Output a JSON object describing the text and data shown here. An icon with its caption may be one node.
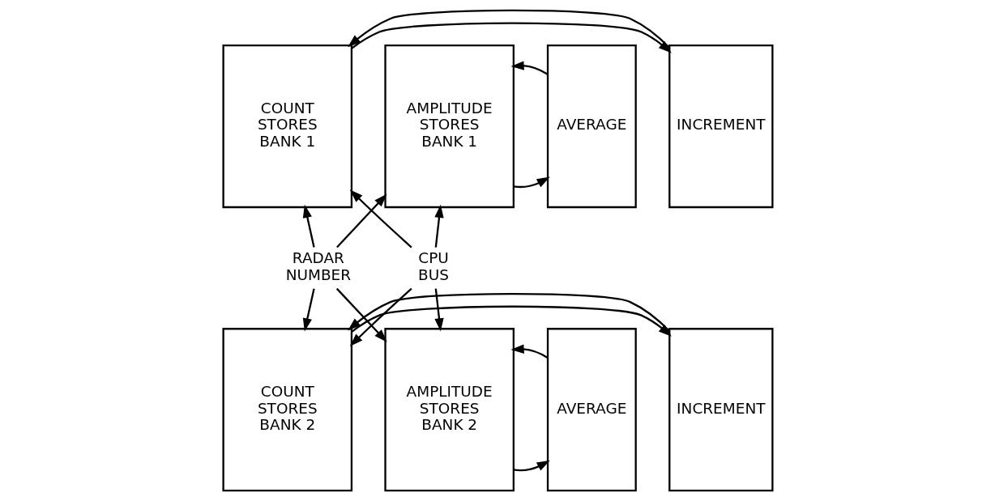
{
  "diagram": {
    "nodes": [
      {
        "text": [
          "AMPLITUDE STORES BANK 1"
        ]
      },
      {
        "text": [
          "AVERAGE"
        ]
      },
      {
        "text": [
          "COUNT STORES BANK 1"
        ]
      },
      {
        "text": [
          "INCREMENT"
        ]
      },
      {
        "text": [
          "AMPLITUDE STORES BANK 2"
        ]
      },
      {
        "text": [
          "AVERAGE"
        ]
      },
      {
        "text": [
          "COUNT STORES BANK 2"
        ]
      },
      {
        "text": [
          "INCREMENT"
        ]
      },
      {
        "text": [
          "RADAR NUMBER"
        ]
      },
      {
        "text": [
          "CPU BUS"
        ]
      }
    ],
    "edges": [
      {
        "from": 0,
        "to": 1,
        "arrow": "to"
      },
      {
        "from": 1,
        "to": 0,
        "arrow": "to"
      },
      {
        "from": 2,
        "to": 3,
        "arrow": "to"
      },
      {
        "from": 3,
        "to": 2,
        "arrow": "to"
      },
      {
        "from": 4,
        "to": 5,
        "arrow": "to"
      },
      {
        "from": 5,
        "to": 4,
        "arrow": "to"
      },
      {
        "from": 6,
        "to": 7,
        "arrow": "to"
      },
      {
        "from": 7,
        "to": 6,
        "arrow": "to"
      },
      {
        "from": 8,
        "to": 0,
        "arrow": "to"
      },
      {
        "from": 8,
        "to": 4,
        "arrow": "to"
      },
      {
        "from": 8,
        "to": 2,
        "arrow": "to"
      },
      {
        "from": 8,
        "to": 6,
        "arrow": "to"
      },
      {
        "from": 9,
        "to": 0,
        "arrow": "to"
      },
      {
        "from": 9,
        "to": 4,
        "arrow": "to"
      },
      {
        "from": 9,
        "to": 2,
        "arrow": "to"
      },
      {
        "from": 9,
        "to": 6,
        "arrow": "to"
      }
    ]
  }
}
